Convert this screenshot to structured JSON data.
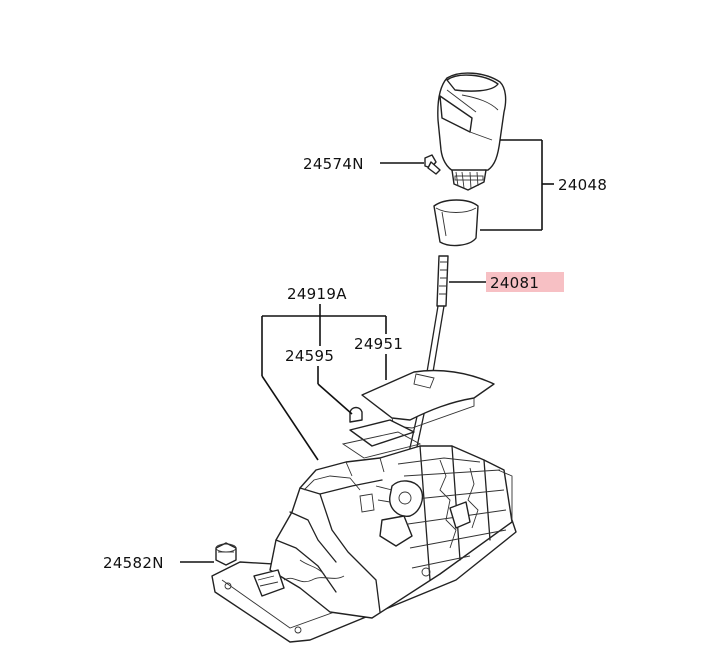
{
  "labels": {
    "p24574N": "24574N",
    "p24048": "24048",
    "p24081": "24081",
    "p24919A": "24919A",
    "p24595": "24595",
    "p24951": "24951",
    "p24582N": "24582N"
  },
  "colors": {
    "highlight": "#f7c0c4",
    "line": "#111111"
  }
}
